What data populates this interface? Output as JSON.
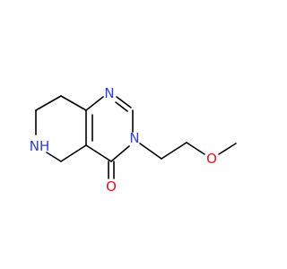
{
  "molecule": {
    "atoms": [
      {
        "id": "N1",
        "symbol": "N",
        "color": "#2c3fd1"
      },
      {
        "id": "N3",
        "symbol": "N",
        "color": "#2c3fd1"
      },
      {
        "id": "O4",
        "symbol": "O",
        "color": "#e0141a"
      },
      {
        "id": "NH6",
        "symbol": "NH",
        "color": "#2c3fd1"
      },
      {
        "id": "Oether",
        "symbol": "O",
        "color": "#e0141a"
      }
    ],
    "bond_color": "#000000"
  }
}
